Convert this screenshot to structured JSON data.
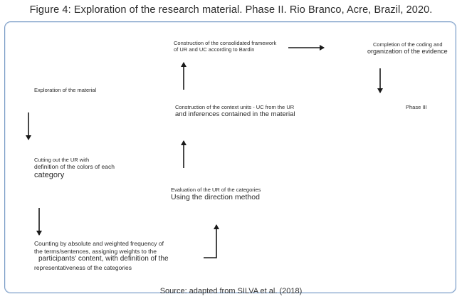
{
  "title": "Figure 4: Exploration of the research material. Phase II. Rio Branco, Acre, Brazil, 2020.",
  "nodes": {
    "exploration": "Exploration of the material",
    "cutting_line1": "Cutting out the UR with",
    "cutting_line2": "definition of the colors of each",
    "cutting_line3": "category",
    "counting_line1": "Counting by absolute and weighted frequency of",
    "counting_line2": "the terms/sentences, assigning weights to the",
    "counting_line3": "participants' content, with definition of the",
    "counting_line4": "representativeness of the categories",
    "evaluation_line1": "Evaluation of the UR of the categories",
    "evaluation_line2": "Using the direction method",
    "context_line1": "Construction of the context units - UC from the UR",
    "context_line2": "and inferences contained in the material",
    "framework_line1": "Construction of the consolidated framework",
    "framework_line2": "of UR and UC according to Bardin",
    "completion_line1": "Completion of the coding and",
    "completion_line2": "organization of the evidence",
    "phase": "Phase III"
  },
  "source": "Source: adapted from SILVA et al. (2018)"
}
